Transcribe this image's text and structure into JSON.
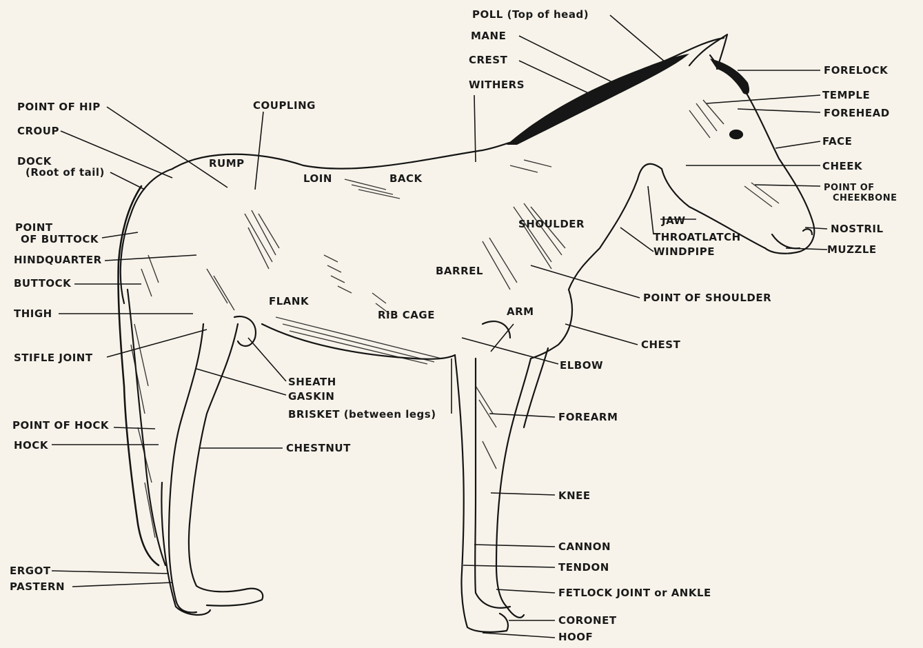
{
  "labels": {
    "poll": "POLL (Top of head)",
    "mane": "MANE",
    "crest": "CREST",
    "withers": "WITHERS",
    "forelock": "FORELOCK",
    "temple": "TEMPLE",
    "forehead": "FOREHEAD",
    "face": "FACE",
    "cheek": "CHEEK",
    "point_of_cheekbone_1": "POINT OF",
    "point_of_cheekbone_2": "CHEEKBONE",
    "jaw": "JAW",
    "throatlatch": "THROATLATCH",
    "windpipe": "WINDPIPE",
    "nostril": "NOSTRIL",
    "muzzle": "MUZZLE",
    "shoulder": "SHOULDER",
    "point_of_shoulder": "POINT OF SHOULDER",
    "chest": "CHEST",
    "elbow": "ELBOW",
    "arm": "ARM",
    "barrel": "BARREL",
    "forearm": "FOREARM",
    "knee": "KNEE",
    "cannon": "CANNON",
    "tendon": "TENDON",
    "fetlock": "FETLOCK JOINT or ANKLE",
    "coronet": "CORONET",
    "hoof": "HOOF",
    "point_of_hip": "POINT OF HIP",
    "coupling": "COUPLING",
    "croup": "CROUP",
    "dock_1": "DOCK",
    "dock_2": "(Root of tail)",
    "rump": "RUMP",
    "loin": "LOIN",
    "back": "BACK",
    "point_of_buttock_1": "POINT",
    "point_of_buttock_2": "OF BUTTOCK",
    "hindquarter": "HINDQUARTER",
    "buttock": "BUTTOCK",
    "thigh": "THIGH",
    "flank": "FLANK",
    "rib_cage": "RIB CAGE",
    "stifle": "STIFLE JOINT",
    "sheath": "SHEATH",
    "gaskin": "GASKIN",
    "brisket": "BRISKET (between legs)",
    "point_of_hock": "POINT OF HOCK",
    "hock": "HOCK",
    "chestnut": "CHESTNUT",
    "ergot": "ERGOT",
    "pastern": "PASTERN"
  }
}
